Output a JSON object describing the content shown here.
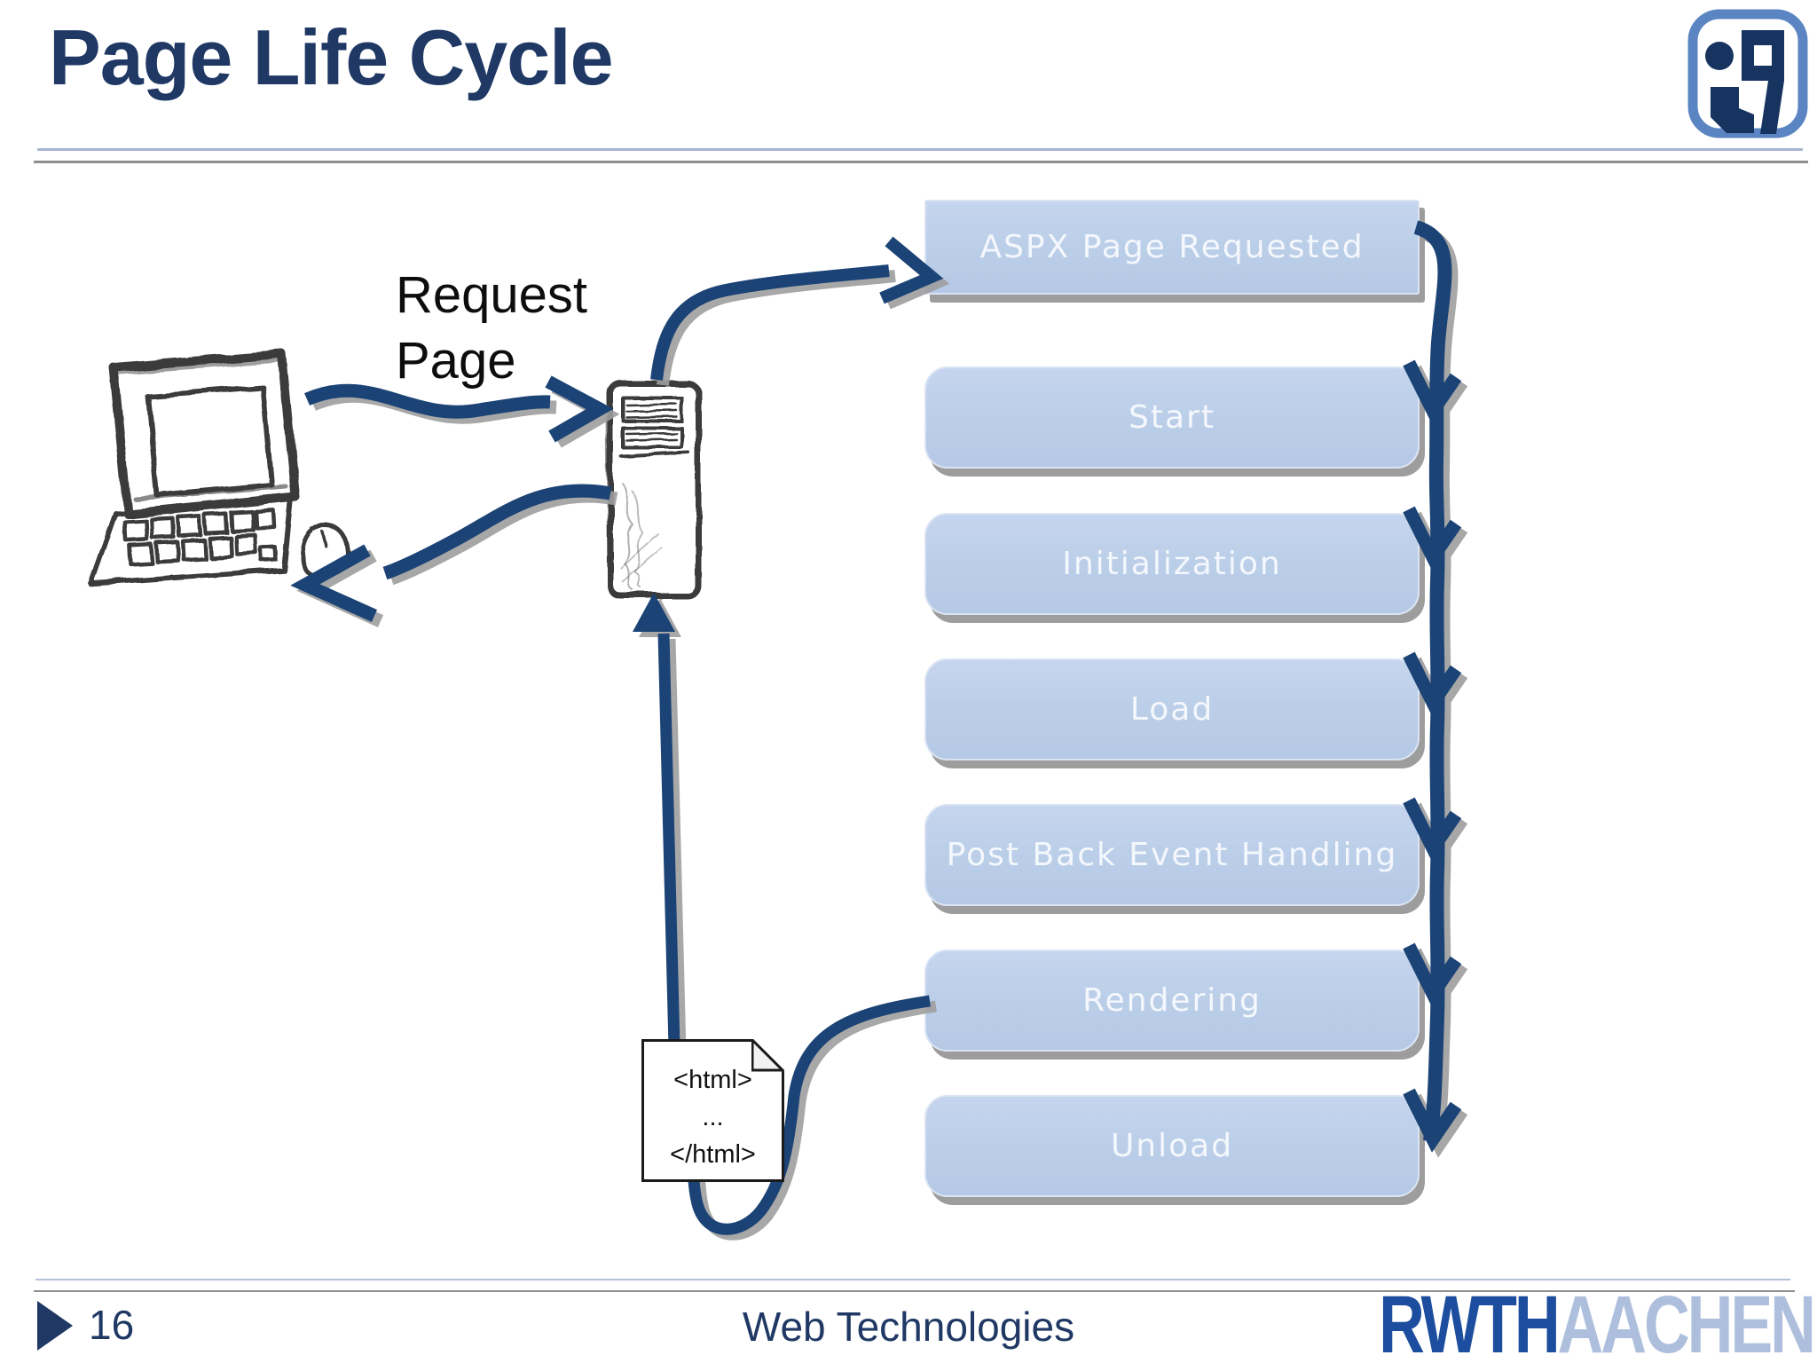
{
  "slide": {
    "title": "Page Life Cycle",
    "header_logo": {
      "text": "i9"
    },
    "request_label": "Request\nPage",
    "stages": [
      {
        "label": "ASPX Page Requested"
      },
      {
        "label": "Start"
      },
      {
        "label": "Initialization"
      },
      {
        "label": "Load"
      },
      {
        "label": "Post Back Event Handling"
      },
      {
        "label": "Rendering"
      },
      {
        "label": "Unload"
      }
    ],
    "document": {
      "lines": [
        "<html>",
        "...",
        "</html>"
      ]
    },
    "footer": {
      "page_number": "16",
      "title": "Web Technologies",
      "university_logo": {
        "primary": "RWTH",
        "secondary": "AACHEN"
      }
    },
    "colors": {
      "title_text": "#1f3864",
      "stage_fill": "#bccfe9",
      "stage_text": "#f4f7fc",
      "connector": "#1b4375",
      "connector_shadow": "#9e9e9e",
      "i9_border": "#5b85c2",
      "i9_glyph": "#16345f",
      "rwth_primary": "#1c4d9e",
      "rwth_secondary": "#aebfdd"
    }
  }
}
